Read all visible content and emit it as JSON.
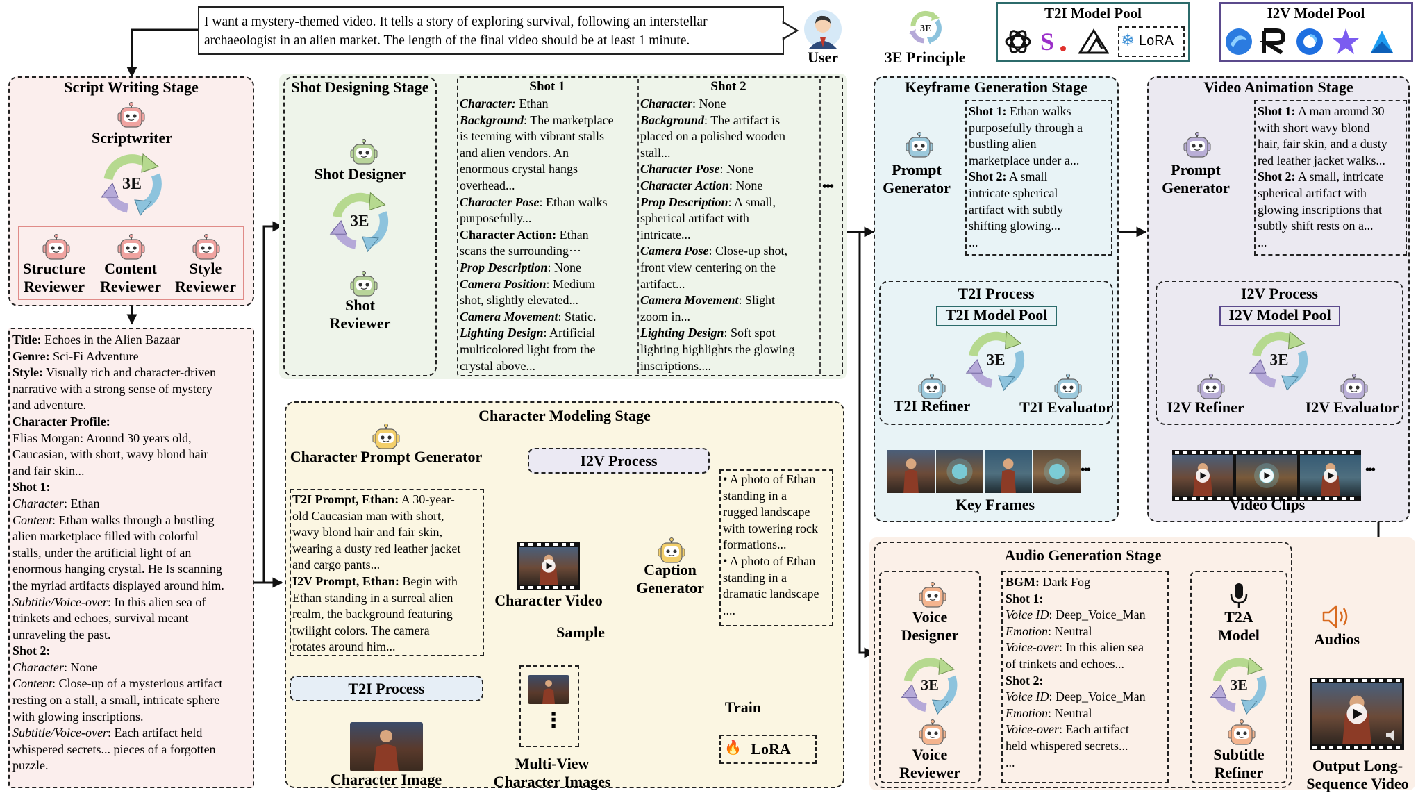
{
  "colors": {
    "script_bg": "#fbeeed",
    "shot_bg": "#eef4ea",
    "keyframe_bg": "#e8f3f6",
    "video_bg": "#ebe9f1",
    "character_bg": "#fbf6e2",
    "audio_bg": "#fbf0e8",
    "robot_red": "#f0a3a0",
    "robot_green": "#b8d49a",
    "robot_blue": "#9cc9dc",
    "robot_purple": "#b9aed6",
    "robot_yellow": "#f3cf6b",
    "robot_orange": "#f4b48e",
    "cycle_green": "#b6d98f",
    "cycle_blue": "#8dc3dd",
    "cycle_purple": "#b5a9d8",
    "t2i_pool_border": "#2c6b6b",
    "i2v_pool_border": "#5b4a8c"
  },
  "header": {
    "user_prompt_lines": [
      "I want a mystery-themed video. It tells a story of exploring survival, following an interstellar",
      "archaeologist in an alien market. The length of the final video should be at least 1 minute."
    ],
    "user_label": "User",
    "principle_label": "3E Principle",
    "principle_badge": "3E",
    "t2i_pool_title": "T2I Model Pool",
    "t2i_lora": "LoRA",
    "i2v_pool_title": "I2V Model Pool"
  },
  "script_stage": {
    "title": "Script Writing Stage",
    "scriptwriter": "Scriptwriter",
    "badge": "3E",
    "reviewers": [
      {
        "line1": "Structure",
        "line2": "Reviewer"
      },
      {
        "line1": "Content",
        "line2": "Reviewer"
      },
      {
        "line1": "Style",
        "line2": "Reviewer"
      }
    ],
    "script_lines": [
      [
        {
          "t": "Title:",
          "s": "b"
        },
        {
          "t": " Echoes in the Alien Bazaar"
        }
      ],
      [
        {
          "t": "Genre:",
          "s": "b"
        },
        {
          "t": " Sci-Fi Adventure"
        }
      ],
      [
        {
          "t": "Style:",
          "s": "b"
        },
        {
          "t": " Visually rich and character-driven"
        }
      ],
      [
        {
          "t": "narrative with a strong sense of mystery"
        }
      ],
      [
        {
          "t": "and adventure."
        }
      ],
      [
        {
          "t": "Character Profile:",
          "s": "b"
        }
      ],
      [
        {
          "t": "Elias Morgan: Around 30 years old,"
        }
      ],
      [
        {
          "t": "Caucasian, with short, wavy blond hair"
        }
      ],
      [
        {
          "t": "and fair skin..."
        }
      ],
      [
        {
          "t": "Shot 1:",
          "s": "b"
        }
      ],
      [
        {
          "t": "Character",
          "s": "i"
        },
        {
          "t": ": Ethan"
        }
      ],
      [
        {
          "t": "Content",
          "s": "i"
        },
        {
          "t": ": Ethan walks through a bustling"
        }
      ],
      [
        {
          "t": "alien marketplace filled with colorful"
        }
      ],
      [
        {
          "t": "stalls, under the artificial light of an"
        }
      ],
      [
        {
          "t": "enormous hanging crystal. He Is scanning"
        }
      ],
      [
        {
          "t": "the myriad artifacts displayed around him."
        }
      ],
      [
        {
          "t": "Subtitle/Voice-over",
          "s": "i"
        },
        {
          "t": ": In this alien sea of"
        }
      ],
      [
        {
          "t": "trinkets and echoes, survival meant"
        }
      ],
      [
        {
          "t": "unraveling the past."
        }
      ],
      [
        {
          "t": "Shot 2:",
          "s": "b"
        }
      ],
      [
        {
          "t": "Character",
          "s": "i"
        },
        {
          "t": ": None"
        }
      ],
      [
        {
          "t": "Content",
          "s": "i"
        },
        {
          "t": ": Close-up of a mysterious artifact"
        }
      ],
      [
        {
          "t": "resting on a stall, a small, intricate sphere"
        }
      ],
      [
        {
          "t": "with glowing inscriptions."
        }
      ],
      [
        {
          "t": "Subtitle/Voice-over",
          "s": "i"
        },
        {
          "t": ": Each artifact held"
        }
      ],
      [
        {
          "t": "whispered secrets... pieces of a forgotten"
        }
      ],
      [
        {
          "t": "puzzle."
        }
      ]
    ]
  },
  "shot_stage": {
    "title": "Shot Designing Stage",
    "designer": "Shot Designer",
    "badge": "3E",
    "reviewer_line1": "Shot",
    "reviewer_line2": "Reviewer",
    "ellipsis": "•••",
    "shot1_title": "Shot 1",
    "shot1_lines": [
      [
        {
          "t": "Character:",
          "s": "bi"
        },
        {
          "t": " Ethan"
        }
      ],
      [
        {
          "t": "Background",
          "s": "bi"
        },
        {
          "t": ": The marketplace"
        }
      ],
      [
        {
          "t": "is teeming with vibrant stalls"
        }
      ],
      [
        {
          "t": "and alien vendors. An"
        }
      ],
      [
        {
          "t": "enormous crystal hangs"
        }
      ],
      [
        {
          "t": "overhead..."
        }
      ],
      [
        {
          "t": "Character Pose",
          "s": "bi"
        },
        {
          "t": ": Ethan walks"
        }
      ],
      [
        {
          "t": "purposefully..."
        }
      ],
      [
        {
          "t": "Character Action:",
          "s": "b"
        },
        {
          "t": " Ethan"
        }
      ],
      [
        {
          "t": "scans the surrounding···"
        }
      ],
      [
        {
          "t": "Prop Description",
          "s": "bi"
        },
        {
          "t": ": None"
        }
      ],
      [
        {
          "t": "Camera Position",
          "s": "bi"
        },
        {
          "t": ": Medium"
        }
      ],
      [
        {
          "t": "shot, slightly elevated..."
        }
      ],
      [
        {
          "t": "Camera Movement",
          "s": "bi"
        },
        {
          "t": ": Static."
        }
      ],
      [
        {
          "t": "Lighting Design",
          "s": "bi"
        },
        {
          "t": ": Artificial"
        }
      ],
      [
        {
          "t": "multicolored light from the"
        }
      ],
      [
        {
          "t": "crystal above..."
        }
      ]
    ],
    "shot2_title": "Shot 2",
    "shot2_lines": [
      [
        {
          "t": "Character",
          "s": "bi"
        },
        {
          "t": ": None"
        }
      ],
      [
        {
          "t": "Background",
          "s": "bi"
        },
        {
          "t": ": The artifact is"
        }
      ],
      [
        {
          "t": "placed on a polished wooden"
        }
      ],
      [
        {
          "t": "stall..."
        }
      ],
      [
        {
          "t": "Character Pose",
          "s": "bi"
        },
        {
          "t": ": None"
        }
      ],
      [
        {
          "t": "Character Action",
          "s": "bi"
        },
        {
          "t": ": None"
        }
      ],
      [
        {
          "t": "Prop Description",
          "s": "bi"
        },
        {
          "t": ": A small,"
        }
      ],
      [
        {
          "t": "spherical artifact with"
        }
      ],
      [
        {
          "t": "intricate..."
        }
      ],
      [
        {
          "t": "Camera Pose",
          "s": "bi"
        },
        {
          "t": ": Close-up shot,"
        }
      ],
      [
        {
          "t": "front view centering on the"
        }
      ],
      [
        {
          "t": "artifact..."
        }
      ],
      [
        {
          "t": "Camera Movement",
          "s": "bi"
        },
        {
          "t": ": Slight"
        }
      ],
      [
        {
          "t": "zoom in..."
        }
      ],
      [
        {
          "t": "Lighting Design",
          "s": "bi"
        },
        {
          "t": ": Soft spot"
        }
      ],
      [
        {
          "t": "lighting highlights the glowing"
        }
      ],
      [
        {
          "t": "inscriptions...."
        }
      ]
    ]
  },
  "char_stage": {
    "title": "Character Modeling Stage",
    "prompt_generator": "Character Prompt Generator",
    "prompt_lines": [
      [
        {
          "t": "T2I Prompt, Ethan:",
          "s": "b"
        },
        {
          "t": " A 30-year-"
        }
      ],
      [
        {
          "t": "old Caucasian man with short,"
        }
      ],
      [
        {
          "t": "wavy blond hair and fair skin,"
        }
      ],
      [
        {
          "t": "wearing a dusty red leather jacket"
        }
      ],
      [
        {
          "t": "and cargo pants..."
        }
      ],
      [
        {
          "t": "I2V Prompt, Ethan:",
          "s": "b"
        },
        {
          "t": " Begin with"
        }
      ],
      [
        {
          "t": "Ethan standing in a surreal alien"
        }
      ],
      [
        {
          "t": "realm, the background featuring"
        }
      ],
      [
        {
          "t": "twilight colors. The camera"
        }
      ],
      [
        {
          "t": "rotates around him..."
        }
      ]
    ],
    "t2i_process": "T2I Process",
    "character_image": "Character Image",
    "i2v_process": "I2V Process",
    "character_video": "Character Video",
    "sample": "Sample",
    "multiview_line1": "Multi-View",
    "multiview_line2": "Character Images",
    "caption_line1": "Caption",
    "caption_line2": "Generator",
    "caption_lines": [
      "• A photo of Ethan",
      "standing in a",
      "rugged landscape",
      "with towering rock",
      "formations...",
      "• A photo of Ethan",
      "standing in a",
      "dramatic landscape",
      "...."
    ],
    "train": "Train",
    "lora": "LoRA",
    "fire_icon": "🔥",
    "vertical_dots": "⋮"
  },
  "keyframe_stage": {
    "title": "Keyframe Generation Stage",
    "prompt_gen_line1": "Prompt",
    "prompt_gen_line2": "Generator",
    "prompt_lines": [
      [
        {
          "t": "Shot 1:",
          "s": "b"
        },
        {
          "t": " Ethan walks"
        }
      ],
      [
        {
          "t": "purposefully through a"
        }
      ],
      [
        {
          "t": "bustling alien"
        }
      ],
      [
        {
          "t": "marketplace under a..."
        }
      ],
      [
        {
          "t": "Shot 2:",
          "s": "b"
        },
        {
          "t": " A small"
        }
      ],
      [
        {
          "t": "intricate spherical"
        }
      ],
      [
        {
          "t": "artifact with subtly"
        }
      ],
      [
        {
          "t": "shifting glowing..."
        }
      ],
      [
        {
          "t": "..."
        }
      ]
    ],
    "process_title": "T2I Process",
    "pool_label": "T2I Model Pool",
    "badge": "3E",
    "refiner": "T2I Refiner",
    "evaluator": "T2I Evaluator",
    "output_label": "Key Frames",
    "ellipsis": "•••"
  },
  "video_stage": {
    "title": "Video Animation Stage",
    "prompt_gen_line1": "Prompt",
    "prompt_gen_line2": "Generator",
    "prompt_lines": [
      [
        {
          "t": "Shot 1:",
          "s": "b"
        },
        {
          "t": " A man around 30"
        }
      ],
      [
        {
          "t": "with short wavy blond"
        }
      ],
      [
        {
          "t": "hair, fair skin, and a dusty"
        }
      ],
      [
        {
          "t": "red leather jacket walks..."
        }
      ],
      [
        {
          "t": "Shot 2:",
          "s": "b"
        },
        {
          "t": " A small, intricate"
        }
      ],
      [
        {
          "t": "spherical artifact with"
        }
      ],
      [
        {
          "t": "glowing inscriptions that"
        }
      ],
      [
        {
          "t": "subtly shift rests on a..."
        }
      ],
      [
        {
          "t": "..."
        }
      ]
    ],
    "process_title": "I2V Process",
    "pool_label": "I2V Model Pool",
    "badge": "3E",
    "refiner": "I2V Refiner",
    "evaluator": "I2V Evaluator",
    "output_label": "Video Clips",
    "ellipsis": "•••"
  },
  "audio_stage": {
    "title": "Audio Generation Stage",
    "designer_line1": "Voice",
    "designer_line2": "Designer",
    "reviewer_line1": "Voice",
    "reviewer_line2": "Reviewer",
    "badge": "3E",
    "script_lines": [
      [
        {
          "t": "BGM:",
          "s": "b"
        },
        {
          "t": " Dark Fog"
        }
      ],
      [
        {
          "t": "Shot 1:",
          "s": "b"
        }
      ],
      [
        {
          "t": "Voice ID",
          "s": "i"
        },
        {
          "t": ": Deep_Voice_Man"
        }
      ],
      [
        {
          "t": "Emotion",
          "s": "i"
        },
        {
          "t": ": Neutral"
        }
      ],
      [
        {
          "t": "Voice-over",
          "s": "i"
        },
        {
          "t": ": In this alien sea"
        }
      ],
      [
        {
          "t": "of trinkets and echoes..."
        }
      ],
      [
        {
          "t": "Shot 2:",
          "s": "b"
        }
      ],
      [
        {
          "t": "Voice ID",
          "s": "i"
        },
        {
          "t": ": Deep_Voice_Man"
        }
      ],
      [
        {
          "t": "Emotion",
          "s": "i"
        },
        {
          "t": ": Neutral"
        }
      ],
      [
        {
          "t": "Voice-over",
          "s": "i"
        },
        {
          "t": ": Each artifact"
        }
      ],
      [
        {
          "t": "held whispered secrets..."
        }
      ],
      [
        {
          "t": "..."
        }
      ]
    ],
    "t2a_line1": "T2A",
    "t2a_line2": "Model",
    "t2a_badge": "3E",
    "subtitle_line1": "Subtitle",
    "subtitle_line2": "Refiner",
    "audios": "Audios",
    "output_line1": "Output Long-",
    "output_line2": "Sequence Video"
  }
}
